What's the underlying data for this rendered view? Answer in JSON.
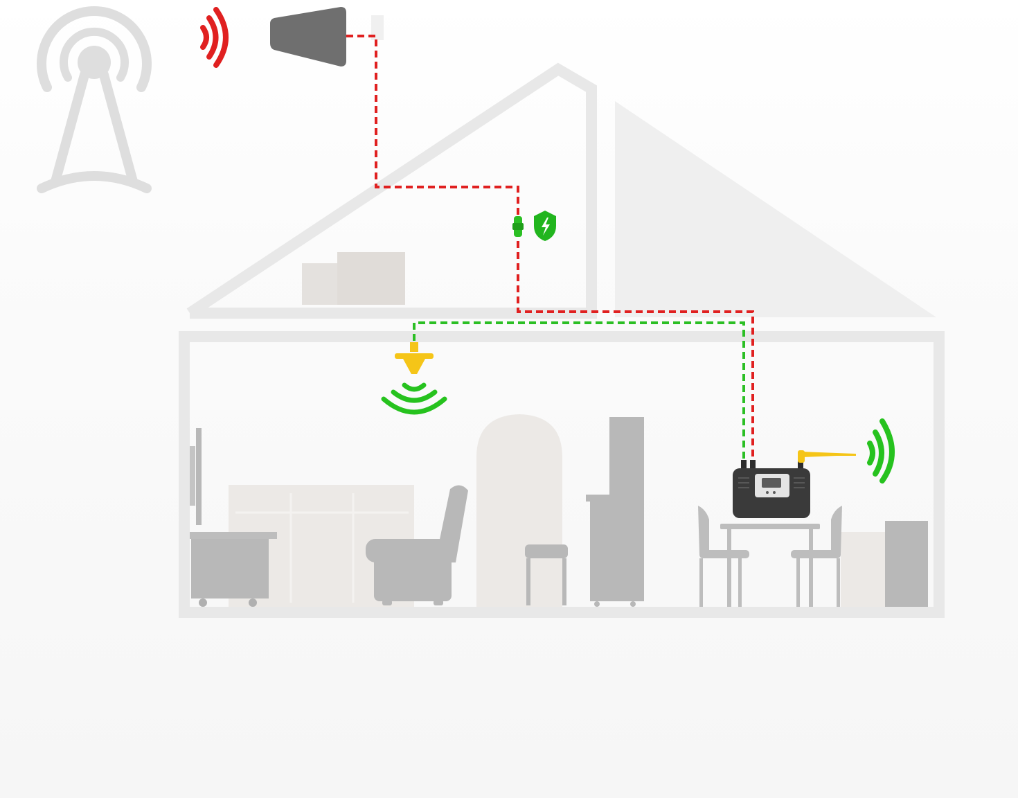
{
  "diagram": {
    "kind": "cell-signal-booster-installation",
    "components": [
      {
        "name": "cell-tower-icon",
        "role": "source tower"
      },
      {
        "name": "outdoor-antenna-icon",
        "role": "outside donor antenna"
      },
      {
        "name": "surge-protector-icon",
        "role": "lightning surge protector"
      },
      {
        "name": "booster-unit-icon",
        "role": "signal amplifier"
      },
      {
        "name": "indoor-dome-antenna-icon",
        "role": "indoor broadcast antenna"
      }
    ],
    "colors": {
      "outdoor_signal": "#e02020",
      "indoor_signal": "#26c21e",
      "indoor_antenna": "#f5c518",
      "outdoor_antenna": "#6f6f6f",
      "booster_body": "#3a3a3a",
      "house_outline": "#e6e6e6",
      "furniture": "#b8b8b8",
      "faded_furniture": "#ece9e6",
      "tower": "#d9d9d9"
    }
  }
}
